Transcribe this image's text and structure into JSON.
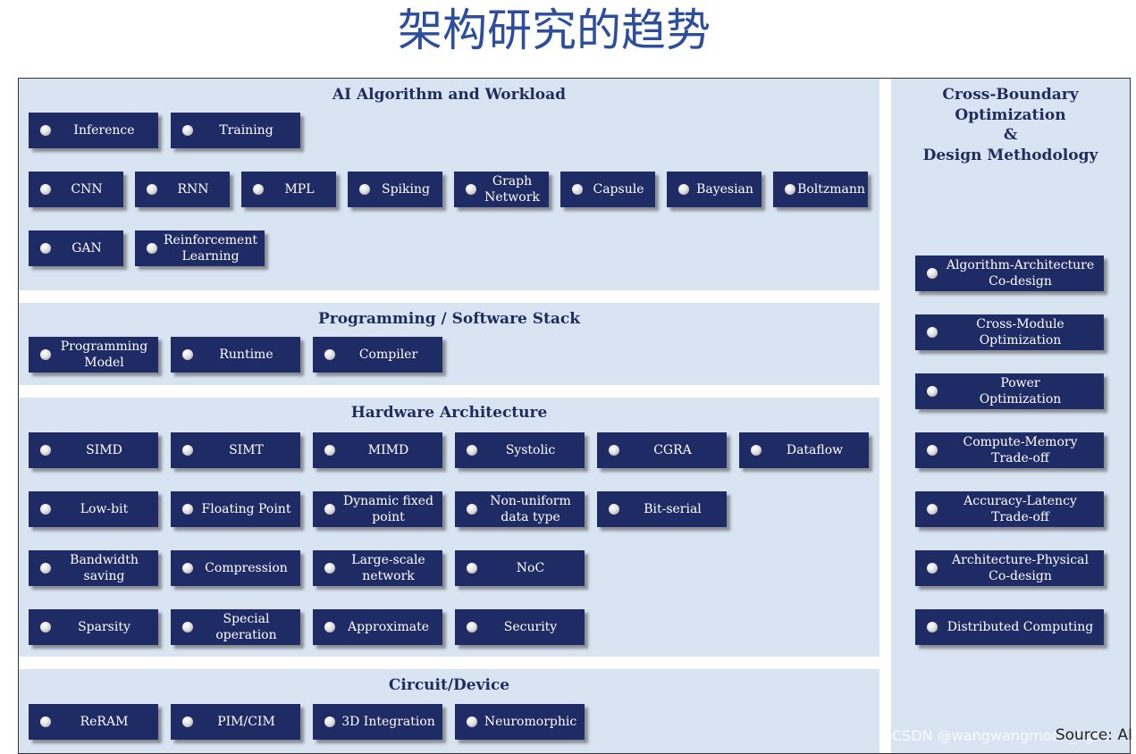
{
  "title": "架构研究的趋势",
  "sections": {
    "ai": {
      "title": "AI Algorithm and Workload",
      "rows": [
        [
          "Inference",
          "Training"
        ],
        [
          "CNN",
          "RNN",
          "MPL",
          "Spiking",
          "Graph\nNetwork",
          "Capsule",
          "Bayesian",
          "Boltzmann"
        ],
        [
          "GAN",
          "Reinforcement\nLearning"
        ]
      ]
    },
    "software": {
      "title": "Programming / Software Stack",
      "rows": [
        [
          "Programming\nModel",
          "Runtime",
          "Compiler"
        ]
      ]
    },
    "hardware": {
      "title": "Hardware Architecture",
      "rows": [
        [
          "SIMD",
          "SIMT",
          "MIMD",
          "Systolic",
          "CGRA",
          "Dataflow"
        ],
        [
          "Low-bit",
          "Floating Point",
          "Dynamic fixed\npoint",
          "Non-uniform\ndata type",
          "Bit-serial"
        ],
        [
          "Bandwidth\nsaving",
          "Compression",
          "Large-scale\nnetwork",
          "NoC"
        ],
        [
          "Sparsity",
          "Special\noperation",
          "Approximate",
          "Security"
        ]
      ]
    },
    "circuit": {
      "title": "Circuit/Device",
      "rows": [
        [
          "ReRAM",
          "PIM/CIM",
          "3D Integration",
          "Neuromorphic"
        ]
      ]
    },
    "cross": {
      "title_lines": [
        "Cross-Boundary",
        "Optimization",
        "&",
        "Design Methodology"
      ],
      "items": [
        "Algorithm-Architecture\nCo-design",
        "Cross-Module\nOptimization",
        "Power\nOptimization",
        "Compute-Memory\nTrade-off",
        "Accuracy-Latency\nTrade-off",
        "Architecture-Physical\nCo-design",
        "Distributed Computing"
      ]
    }
  },
  "source": "Source: AI",
  "watermark": "CSDN @wangwangmoon_light"
}
